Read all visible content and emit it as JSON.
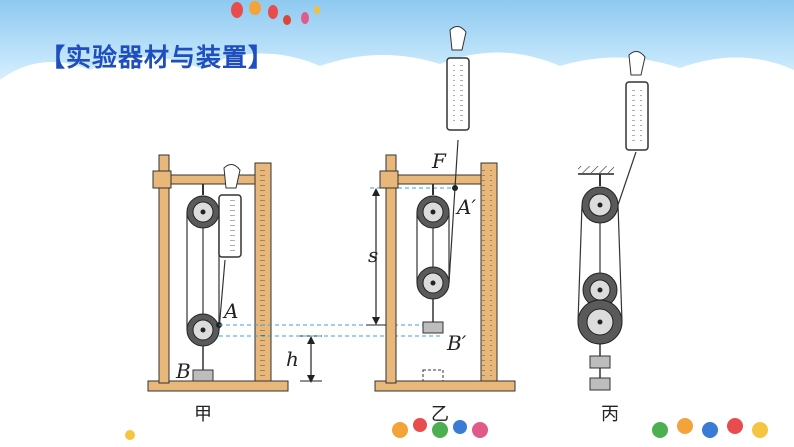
{
  "title": "【实验器材与装置】",
  "labels": {
    "a": "A",
    "b": "B",
    "h": "h",
    "f": "F",
    "a_prime": "A′",
    "s": "s",
    "b_prime": "B′"
  },
  "captions": {
    "jia": "甲",
    "yi": "乙",
    "bing": "丙"
  },
  "colors": {
    "title": "#1f4fbf",
    "frame": "#e8b77a",
    "pulley": "#5a5a5a",
    "dash": "#3aa0d8"
  },
  "icons": {
    "balloons": "balloon-icon",
    "footer": "children-icon"
  }
}
